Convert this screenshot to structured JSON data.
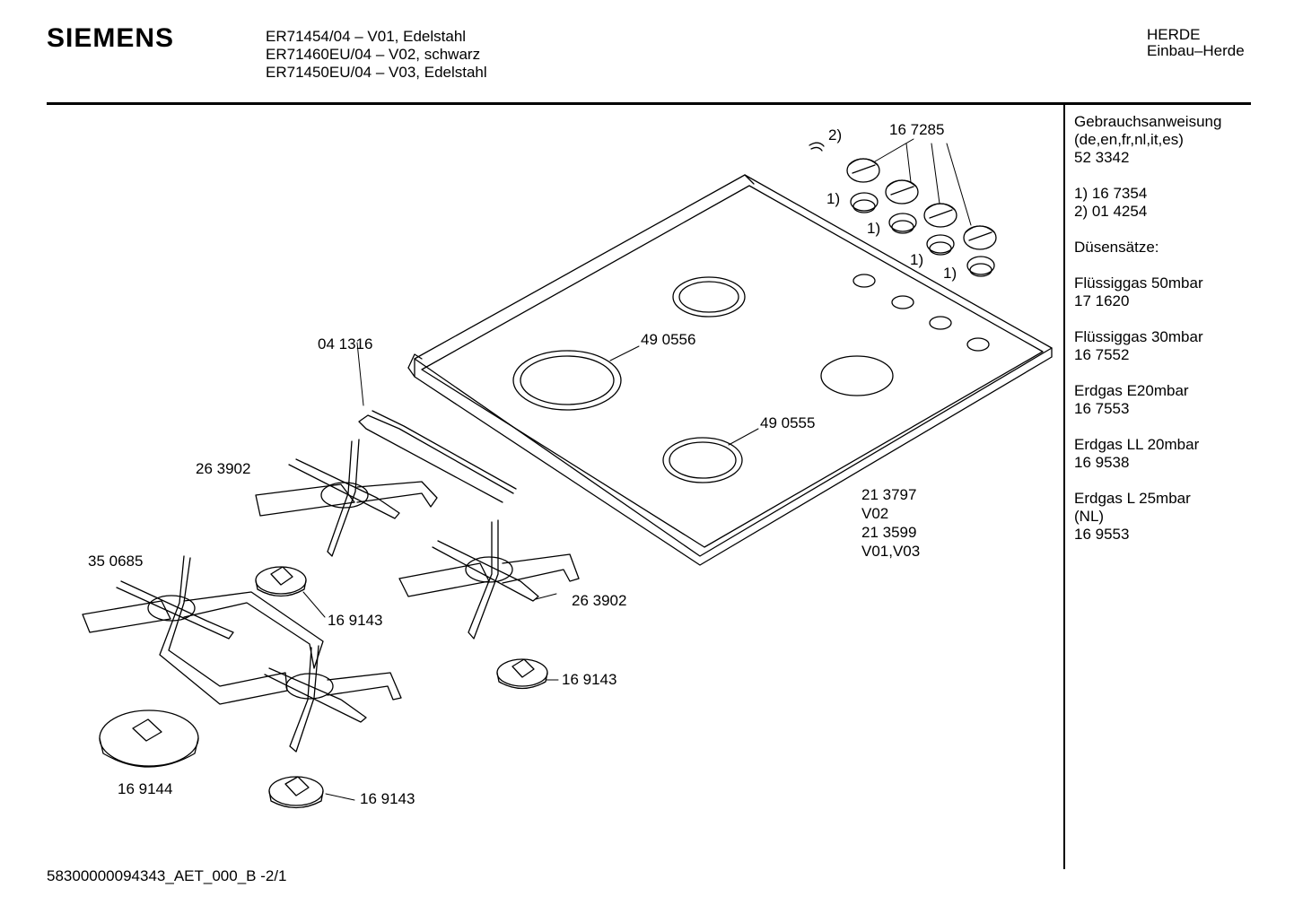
{
  "header": {
    "brand": "SIEMENS",
    "models": [
      "ER71454/04 – V01, Edelstahl",
      "ER71460EU/04 – V02, schwarz",
      "ER71450EU/04 – V03, Edelstahl"
    ],
    "category": "HERDE",
    "subcategory": "Einbau–Herde"
  },
  "sidebar": {
    "manual_title": "Gebrauchsanweisung",
    "manual_langs": "(de,en,fr,nl,it,es)",
    "manual_number": "52 3342",
    "note_1": "1) 16 7354",
    "note_2": "2) 01 4254",
    "nozzle_title": "Düsensätze:",
    "nozzle_sets": [
      {
        "gas": "Flüssiggas 50mbar",
        "number": "17 1620"
      },
      {
        "gas": "Flüssiggas 30mbar",
        "number": "16 7552"
      },
      {
        "gas": "Erdgas E20mbar",
        "number": "16 7553"
      },
      {
        "gas": "Erdgas LL 20mbar",
        "number": "16 9538"
      },
      {
        "gas": "Erdgas L 25mbar",
        "region": "(NL)",
        "number": "16 9553"
      }
    ]
  },
  "labels": {
    "knob": "16 7285",
    "knob_clip": "2)",
    "ring_a": "1)",
    "ring_b": "1)",
    "ring_c": "1)",
    "ring_d": "1)",
    "seal": "04 1316",
    "ring_large": "49 0556",
    "ring_small": "49 0555",
    "hob_v02": "21 3797",
    "hob_v02_variant": "V02",
    "hob_v01": "21 3599",
    "hob_v01_variant": "V01,V03",
    "grid_left_top": "26 3902",
    "grid_right": "26 3902",
    "grid_double": "35 0685",
    "cap_a": "16 9143",
    "cap_b": "16 9143",
    "cap_c": "16 9143",
    "cap_large": "16 9144"
  },
  "footer": {
    "doc_code": "58300000094343_AET_000_B  -2/1"
  }
}
